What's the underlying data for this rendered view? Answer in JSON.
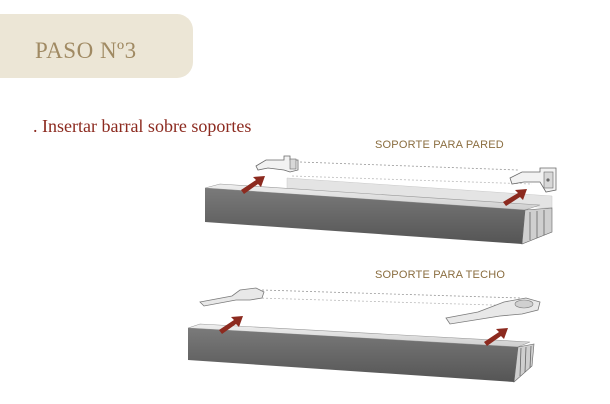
{
  "step": {
    "title": "PASO Nº3"
  },
  "instruction": {
    "text": ". Insertar barral sobre soportes"
  },
  "diagrams": {
    "wall": {
      "label": "SOPORTE PARA PARED"
    },
    "ceiling": {
      "label": "SOPORTE PARA TECHO"
    }
  },
  "colors": {
    "header_bg": "#ece6d6",
    "header_text": "#a08a63",
    "instruction_text": "#8c2a1f",
    "label_text": "#8a6d3f",
    "rail_dark": "#666666",
    "rail_top": "#dcdcdc",
    "arrow": "#8c2a1f"
  }
}
